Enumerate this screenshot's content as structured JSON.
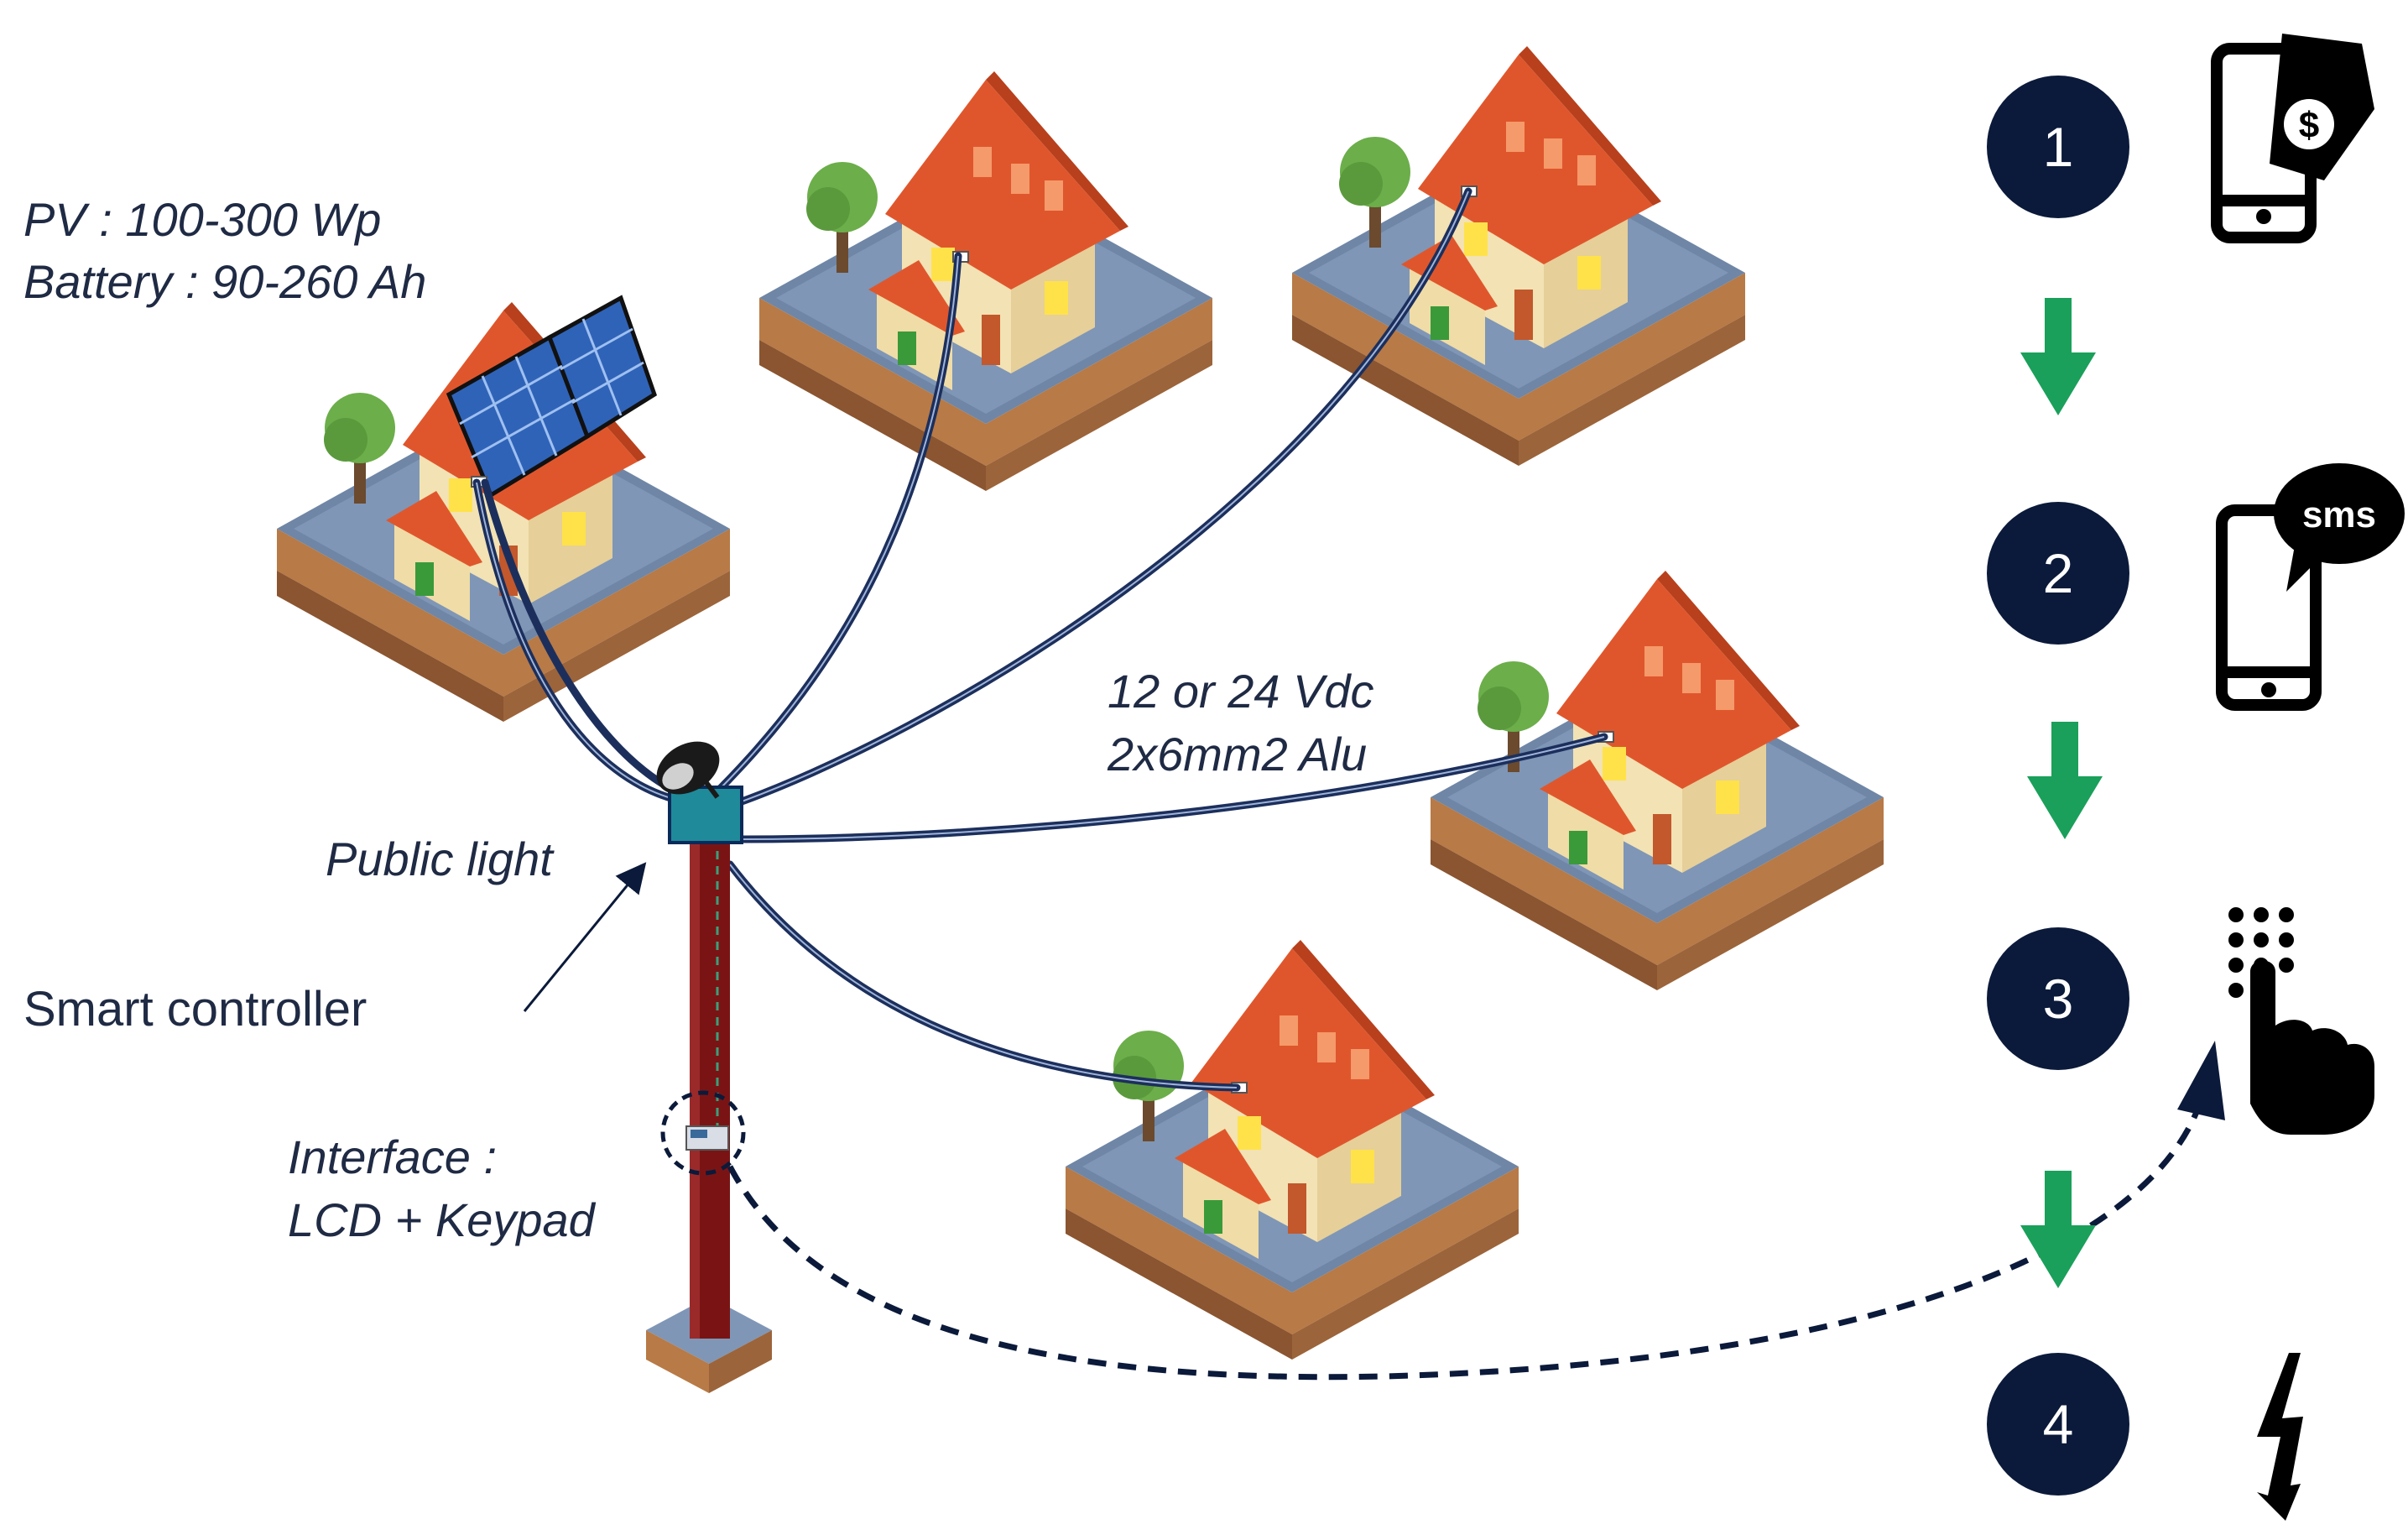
{
  "labels": {
    "pv_line": "PV : 100-300 Wp",
    "battery_line": "Battery : 90-260 Ah",
    "public_light": "Public light",
    "smart_controller": "Smart controller",
    "interface_line1": "Interface :",
    "interface_line2": "LCD + Keypad",
    "cable_voltage": "12 or 24 Vdc",
    "cable_spec": "2x6mm2 Alu"
  },
  "steps": [
    {
      "number": "1",
      "icon": "mobile-payment-icon"
    },
    {
      "number": "2",
      "icon": "sms-phone-icon"
    },
    {
      "number": "3",
      "icon": "keypad-touch-icon"
    },
    {
      "number": "4",
      "icon": "lightning-icon"
    }
  ],
  "icons": {
    "sms_badge": "sms",
    "dollar": "$"
  },
  "colors": {
    "step_circle": "#0b1a3a",
    "down_arrow": "#1aa05a",
    "cable": "#1c2f5c",
    "pole": "#7a1414",
    "roof": "#e0562c",
    "house_wall": "#f2e2b4",
    "ground": "#6f86a6",
    "soil": "#b87a46"
  }
}
